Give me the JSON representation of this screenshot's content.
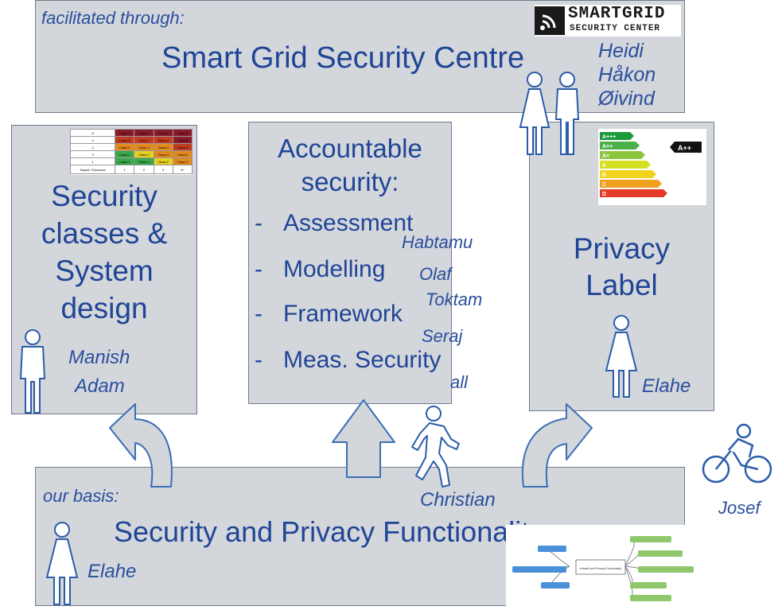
{
  "top": {
    "subtitle": "facilitated through:",
    "title": "Smart Grid Security Centre",
    "logo_line1": "SMARTGRID",
    "logo_line2": "SECURITY CENTER",
    "people": [
      "Heidi",
      "Håkon",
      "Øivind"
    ]
  },
  "left": {
    "title_lines": [
      "Security",
      "classes &",
      "System",
      "design"
    ],
    "people": [
      "Manish",
      "Adam"
    ],
    "table": {
      "rows": [
        [
          "5",
          "Class 5",
          "Class 5",
          "Class 5",
          "Class 5"
        ],
        [
          "4",
          "Class 4",
          "Class 4",
          "Class 4",
          "Class 5"
        ],
        [
          "3",
          "Class 3",
          "Class 3",
          "Class 3",
          "Class 4"
        ],
        [
          "2",
          "Class 1",
          "Class 2",
          "Class 3",
          "Class 3"
        ],
        [
          "1",
          "Class 1",
          "Class 1",
          "Class 2",
          "Class 3"
        ]
      ],
      "footer": [
        "Impact / Exposure",
        "1",
        "2",
        "3",
        "4+"
      ],
      "colors": [
        "#8b1b2b",
        "#c33a1f",
        "#e38a1e",
        "#e6d222",
        "#3aa84a"
      ]
    }
  },
  "middle": {
    "title_lines": [
      "Accountable",
      "security:"
    ],
    "items": [
      {
        "dash": "-",
        "label": "Assessment",
        "person": "Habtamu"
      },
      {
        "dash": "-",
        "label": "Modelling",
        "person": "Olaf"
      },
      {
        "dash": "-",
        "label": "Framework",
        "person": "Toktam"
      },
      {
        "dash": "-",
        "label": "Meas. Security",
        "person": "Seraj"
      }
    ],
    "all_label": "all"
  },
  "right": {
    "title_lines": [
      "Privacy",
      "Label"
    ],
    "person": "Elahe",
    "energy_label": {
      "classes": [
        "A+++",
        "A++",
        "A+",
        "A",
        "B",
        "C",
        "D"
      ],
      "colors": [
        "#1a9a3a",
        "#4cb04a",
        "#8cc63f",
        "#d4e021",
        "#f3d21c",
        "#f0a01e",
        "#e63b26"
      ],
      "rating": "A++"
    }
  },
  "bottom": {
    "subtitle": "our basis:",
    "title": "Security and Privacy Functionality",
    "person": "Elahe",
    "mindmap_center": "eHealth and Privacy Functionality"
  },
  "outside": {
    "runner": "Christian",
    "cyclist": "Josef"
  }
}
